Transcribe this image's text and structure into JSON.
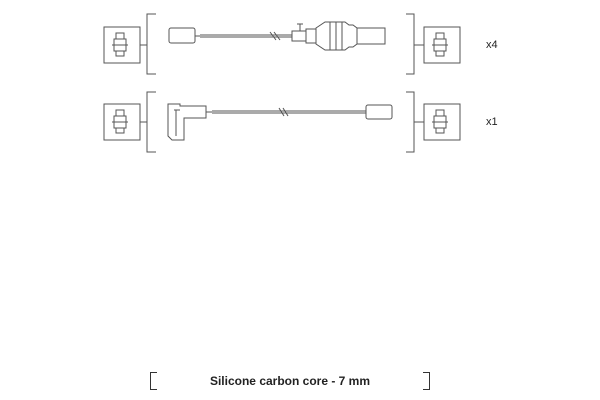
{
  "rows": [
    {
      "quantity": "x4",
      "cable": "straight-boot-lead"
    },
    {
      "quantity": "x1",
      "cable": "angled-boot-lead"
    }
  ],
  "caption": "Silicone carbon core - 7 mm",
  "icons": {
    "connector": "terminal-connector-icon"
  },
  "colors": {
    "line": "#555555",
    "fill": "#ffffff",
    "text": "#222222"
  }
}
